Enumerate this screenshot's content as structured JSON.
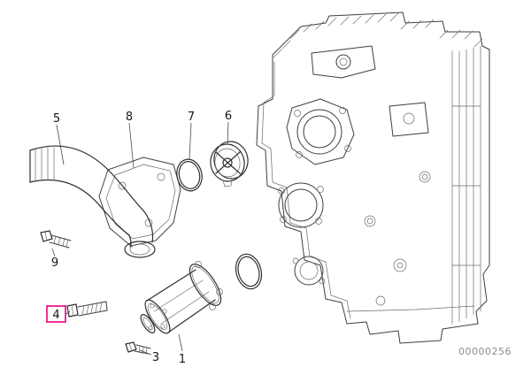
{
  "diagram": {
    "type": "exploded-parts-diagram",
    "drawing_number": "00000256",
    "highlight_color": "#e6007e",
    "line_color": "#3f3f3f",
    "callouts": [
      {
        "id": "5",
        "part": "coolant-pipe",
        "highlighted": false
      },
      {
        "id": "8",
        "part": "connection-housing",
        "highlighted": false
      },
      {
        "id": "7",
        "part": "gasket-ring",
        "highlighted": false
      },
      {
        "id": "6",
        "part": "thermostat",
        "highlighted": false
      },
      {
        "id": "9",
        "part": "hex-bolt",
        "highlighted": false
      },
      {
        "id": "4",
        "part": "hex-bolt",
        "highlighted": true
      },
      {
        "id": "3",
        "part": "hex-bolt",
        "highlighted": false
      },
      {
        "id": "1",
        "part": "water-pump",
        "highlighted": false
      }
    ]
  }
}
